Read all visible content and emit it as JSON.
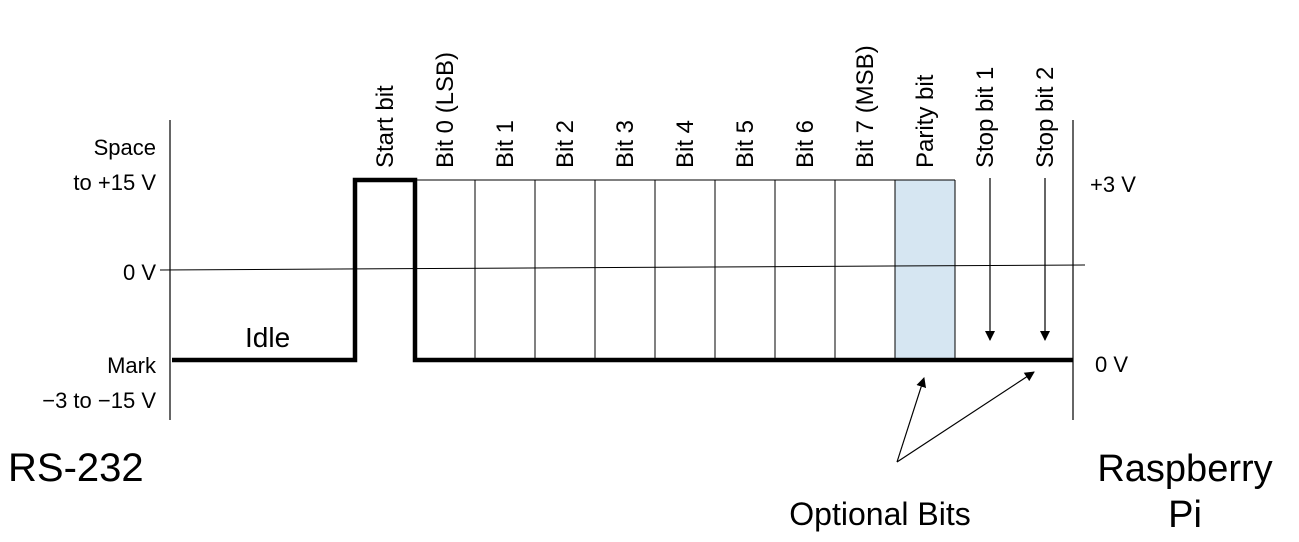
{
  "left_axis": {
    "space_line1": "Space",
    "space_line2": "to +15 V",
    "zero": "0 V",
    "mark_line1": "Mark",
    "mark_line2": "−3 to −15 V"
  },
  "right_axis": {
    "high": "+3 V",
    "low": "0 V"
  },
  "bit_labels": [
    "Start bit",
    "Bit 0 (LSB)",
    "Bit 1",
    "Bit 2",
    "Bit 3",
    "Bit 4",
    "Bit 5",
    "Bit 6",
    "Bit 7 (MSB)",
    "Parity bit",
    "Stop bit 1",
    "Stop bit 2"
  ],
  "idle_label": "Idle",
  "left_title": "RS-232",
  "right_title_line1": "Raspberry",
  "right_title_line2": "Pi",
  "optional_label": "Optional Bits",
  "colors": {
    "parity_fill": "#d6e6f2",
    "line": "#000000"
  }
}
